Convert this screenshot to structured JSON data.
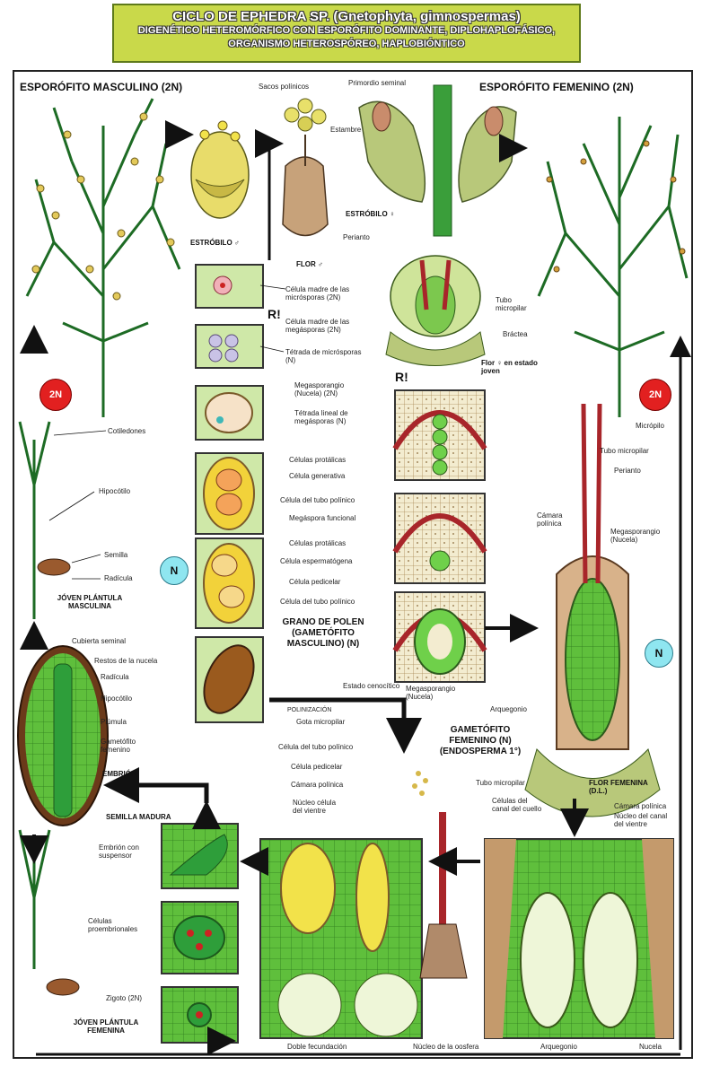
{
  "header": {
    "line1": "CICLO DE EPHEDRA SP. (Gnetophyta, gimnospermas)",
    "line2": "DIGENÉTICO HETEROMÓRFICO CON ESPORÓFITO DOMINANTE, DIPLOHAPLOFÁSICO,",
    "line3": "ORGANISMO HETEROSPÓREO, HAPLOBIÓNTICO"
  },
  "titles": {
    "male_sporophyte": "ESPORÓFITO MASCULINO (2N)",
    "female_sporophyte": "ESPORÓFITO FEMENINO (2N)",
    "pollen": "GRANO DE POLEN (GAMETÓFITO MASCULINO) (N)",
    "female_gametophyte": "GAMETÓFITO FEMENINO (N) (ENDOSPERMA 1°)"
  },
  "badges": {
    "diploid": "2N",
    "haploid": "N",
    "meiosis": "R!"
  },
  "labels": {
    "sacos_polinicos": "Sacos polínicos",
    "primordio_seminal": "Primordio seminal",
    "estambre": "Estambre",
    "estrobilo_masc": "ESTRÓBILO ♂",
    "estrobilo_fem": "ESTRÓBILO ♀",
    "flor_masc": "FLOR ♂",
    "perianto": "Perianto",
    "cel_madre_micro": "Célula madre de las micrósporas (2N)",
    "cel_madre_mega": "Célula madre de las megásporas (2N)",
    "tetrada_micro": "Tétrada de micrósporas (N)",
    "tubo_micropilar": "Tubo micropilar",
    "bractea": "Bráctea",
    "flor_fem_joven": "Flor ♀ en estado joven",
    "megasporangio_nucela": "Megasporangio (Nucela) (2N)",
    "tetrada_lineal": "Tétrada lineal de megásporas (N)",
    "cotiledones": "Cotiledones",
    "hipocotilo": "Hipocótilo",
    "semilla": "Semilla",
    "radicula": "Radícula",
    "joven_plantula_masc": "JÓVEN PLÁNTULA MASCULINA",
    "celulas_protalicas": "Células protálicas",
    "celula_generativa": "Célula generativa",
    "celula_tubo_polinico": "Célula del tubo polínico",
    "megaspora_funcional": "Megáspora funcional",
    "celulas_protalicas2": "Células protálicas",
    "celula_espermatogena": "Célula espermatógena",
    "celula_pedicelar": "Célula pedicelar",
    "celula_tubo_polinico2": "Célula del tubo polínico",
    "micropilo": "Micrópilo",
    "tubo_micropilar2": "Tubo micropilar",
    "perianto2": "Perianto",
    "camara_polinica": "Cámara polínica",
    "megasporangio_nucela2": "Megasporangio (Nucela)",
    "cubierta_seminal": "Cubierta seminal",
    "restos_nucela": "Restos de la nucela",
    "radicula2": "Radícula",
    "hipocotilo2": "Hipocótilo",
    "plumula": "Plúmula",
    "gametofito_fem": "Gametófito femenino",
    "embrion": "EMBRIÓN",
    "megasporangio_nucela3": "Megasporangio (Nucela)",
    "estado_cenocitico": "Estado cenocítico",
    "arquegonio": "Arquegonio",
    "polinizacion": "POLINIZACIÓN",
    "gota_micropilar": "Gota micropilar",
    "celula_tubo_polinico3": "Célula del tubo polínico",
    "celula_pedicelar2": "Célula pedicelar",
    "camara_polinica2": "Cámara polínica",
    "nucleo_celula_vientre": "Núcleo célula del vientre",
    "tubo_micropilar3": "Tubo micropilar",
    "celulas_canal_cuello": "Células del canal del cuello",
    "flor_femenina_dl": "FLOR FEMENINA (D.L.)",
    "camara_polinica3": "Cámara polínica",
    "nucleo_canal_vientre": "Núcleo del canal del vientre",
    "semilla_madura": "SEMILLA MADURA",
    "embrion_suspensor": "Embrión con suspensor",
    "celulas_proembrionales": "Células proembrionales",
    "zigoto": "Zigoto (2N)",
    "joven_plantula_fem": "JÓVEN PLÁNTULA FEMENINA",
    "doble_fecundacion": "Doble fecundación",
    "nucleo_oosfera": "Núcleo de la oosfera",
    "arquegonio2": "Arquegonio",
    "nucela": "Nucela"
  },
  "colors": {
    "green": "#3f9e2f",
    "light_green": "#9fd46a",
    "yellow": "#f2e24a",
    "brown": "#8a5a2b",
    "red_badge": "#e22020",
    "cyan_badge": "#8fe6f0",
    "header_bg": "#c9d94a"
  }
}
